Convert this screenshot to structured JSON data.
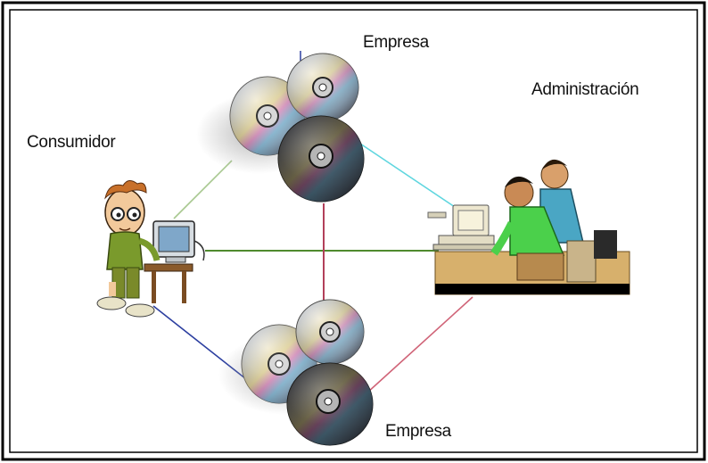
{
  "labels": {
    "empresa_top": "Empresa",
    "administracion": "Administración",
    "consumidor": "Consumidor",
    "empresa_bottom": "Empresa"
  },
  "colors": {
    "frame": "#000000",
    "line_consumer_top_enterprise": "#a8c890",
    "line_admin_top_enterprise": "#5fd6df",
    "line_consumer_admin": "#4f8a2e",
    "line_enterprise_enterprise": "#b2405a",
    "line_consumer_bottom_enterprise": "#2c3fa0",
    "line_admin_bottom_enterprise": "#d06478"
  }
}
